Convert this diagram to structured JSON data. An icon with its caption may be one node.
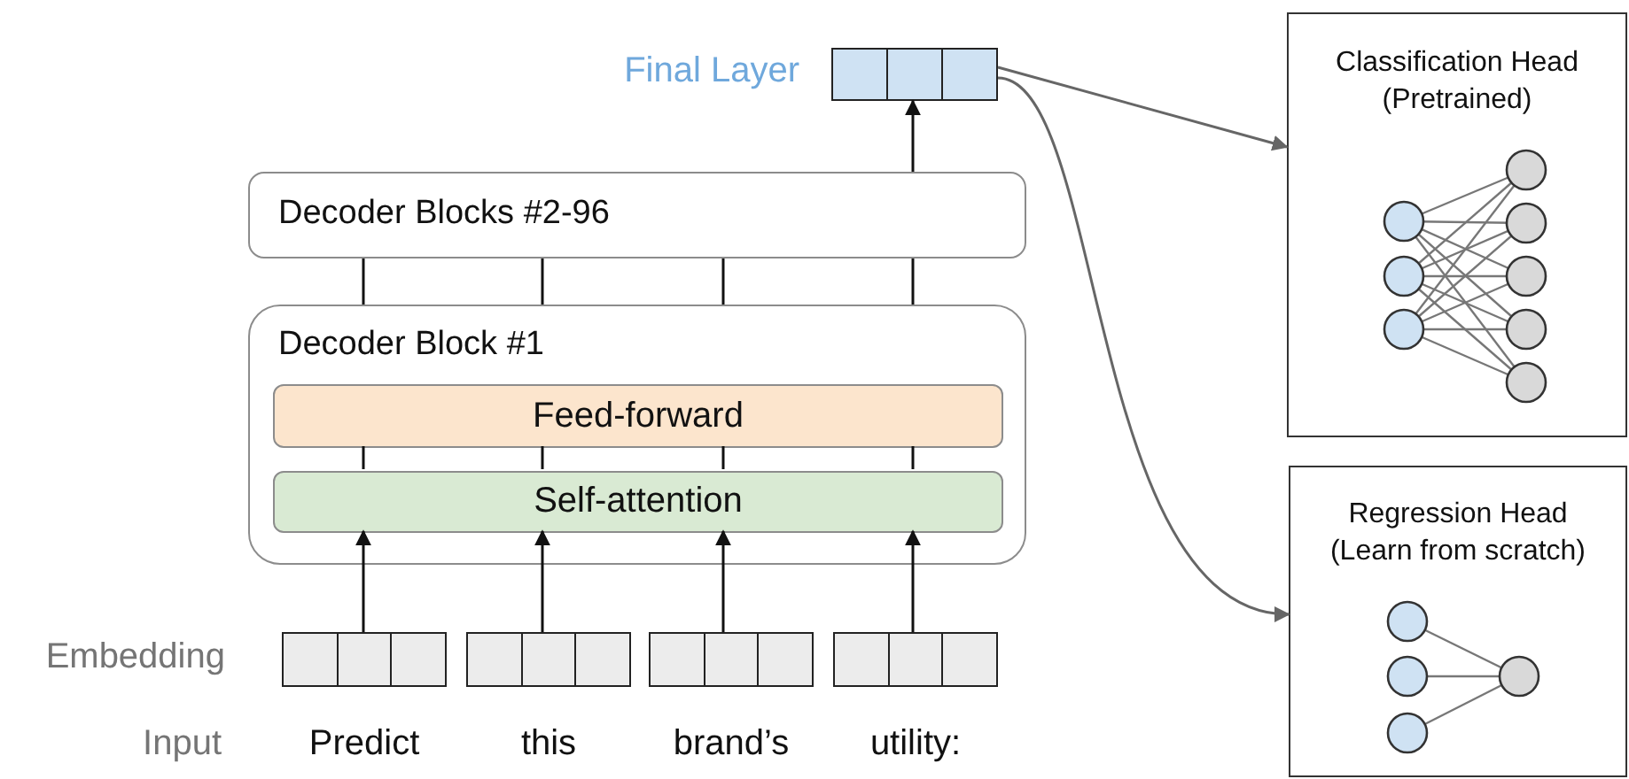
{
  "diagram": {
    "nodes": [
      {
        "text": [],
        "shape": "box",
        "beside": [
          "Final Layer"
        ]
      },
      {
        "text": [
          "Decoder Blocks #2-96"
        ]
      },
      {
        "text": [
          "Decoder Block #1"
        ]
      },
      {
        "text": [
          "Feed-forward"
        ],
        "in": 2
      },
      {
        "text": [
          "Self-attention"
        ],
        "in": 2
      },
      {
        "text": [],
        "shape": "box"
      },
      {
        "text": [],
        "shape": "box"
      },
      {
        "text": [],
        "shape": "box"
      },
      {
        "text": [],
        "shape": "box"
      },
      {
        "text": [
          "Classification Head (Pretrained)"
        ]
      },
      {
        "text": [
          "Regression Head (Learn from scratch)"
        ]
      }
    ],
    "edges": [
      {
        "from": 5,
        "to": 4,
        "arrow": "to"
      },
      {
        "from": 6,
        "to": 4,
        "arrow": "to"
      },
      {
        "from": 7,
        "to": 4,
        "arrow": "to"
      },
      {
        "from": 8,
        "to": 4,
        "arrow": "to"
      },
      {
        "from": 4,
        "to": 3,
        "arrow": "none"
      },
      {
        "from": 4,
        "to": 3,
        "arrow": "none"
      },
      {
        "from": 4,
        "to": 3,
        "arrow": "none"
      },
      {
        "from": 4,
        "to": 3,
        "arrow": "none"
      },
      {
        "from": 2,
        "to": 1,
        "arrow": "none"
      },
      {
        "from": 2,
        "to": 1,
        "arrow": "none"
      },
      {
        "from": 2,
        "to": 1,
        "arrow": "none"
      },
      {
        "from": 2,
        "to": 1,
        "arrow": "none"
      },
      {
        "from": 1,
        "to": 0,
        "arrow": "to"
      },
      {
        "from": 0,
        "to": 9,
        "arrow": "to",
        "color": "#666666"
      },
      {
        "from": 0,
        "to": 10,
        "arrow": "to",
        "color": "#666666"
      }
    ],
    "labels": [
      "Embedding",
      "Input",
      "Predict",
      "this",
      "brand’s",
      "utility:"
    ]
  }
}
